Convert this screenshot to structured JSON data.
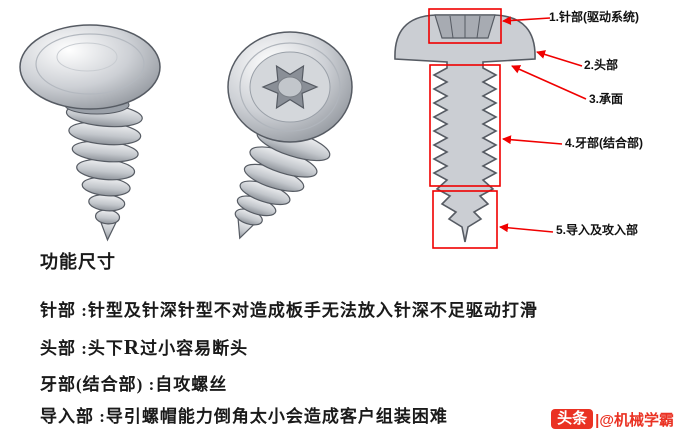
{
  "diagram": {
    "labels": [
      {
        "text": "1.针部(驱动系统)"
      },
      {
        "text": "2.头部"
      },
      {
        "text": "3.承面"
      },
      {
        "text": "4.牙部(结合部)"
      },
      {
        "text": "5.导入及攻入部"
      }
    ],
    "colors": {
      "annotation_red": "#f00000",
      "screw_fill": "#cbced3",
      "screw_outline": "#565b63",
      "badge_red": "#ea3223"
    }
  },
  "notes": {
    "heading": "功能尺寸",
    "line1": "针部 :针型及针深针型不对造成板手无法放入针深不足驱动打滑",
    "line2_pre": "头部 :头下",
    "line2_em": "R",
    "line2_post": "过小容易断头",
    "line3": "牙部(结合部) :自攻螺丝",
    "line4": "导入部 :导引螺帽能力倒角太小会造成客户组装困难"
  },
  "watermark": {
    "badge": "头条",
    "handle": "|@机械学霸"
  }
}
